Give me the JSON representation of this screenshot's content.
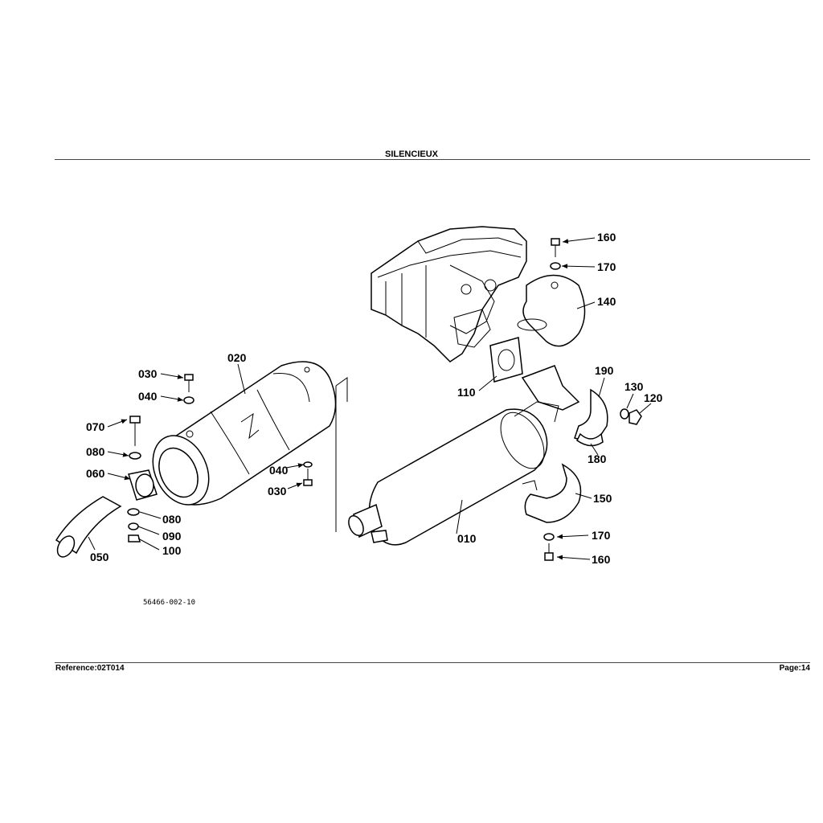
{
  "header": {
    "title": "SILENCIEUX"
  },
  "footer": {
    "reference": "Reference:02T014",
    "page": "Page:14"
  },
  "drawing_code": "56466-002-10",
  "callouts": [
    "010",
    "020",
    "030",
    "030",
    "040",
    "040",
    "050",
    "060",
    "070",
    "080",
    "080",
    "090",
    "100",
    "110",
    "120",
    "130",
    "140",
    "150",
    "160",
    "160",
    "170",
    "170",
    "180",
    "190"
  ]
}
